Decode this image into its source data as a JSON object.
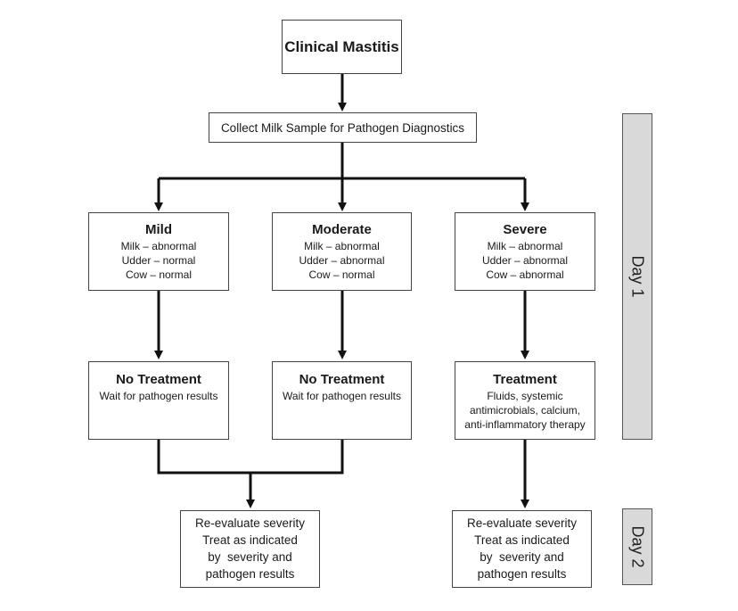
{
  "diagram": {
    "start": "Clinical Mastitis",
    "sample": "Collect Milk Sample for Pathogen Diagnostics",
    "severity": [
      {
        "title": "Mild",
        "lines": [
          "Milk – abnormal",
          "Udder – normal",
          "Cow – normal"
        ]
      },
      {
        "title": "Moderate",
        "lines": [
          "Milk – abnormal",
          "Udder – abnormal",
          "Cow – normal"
        ]
      },
      {
        "title": "Severe",
        "lines": [
          "Milk – abnormal",
          "Udder – abnormal",
          "Cow – abnormal"
        ]
      }
    ],
    "treatment": [
      {
        "title": "No Treatment",
        "lines": [
          "Wait for pathogen results"
        ]
      },
      {
        "title": "No Treatment",
        "lines": [
          "Wait for pathogen results"
        ]
      },
      {
        "title": "Treatment",
        "lines": [
          "Fluids, systemic",
          "antimicrobials, calcium,",
          "anti-inflammatory therapy"
        ]
      }
    ],
    "reevaluate": [
      {
        "lines": [
          "Re-evaluate severity",
          "Treat as indicated",
          "by  severity and",
          "pathogen results"
        ]
      },
      {
        "lines": [
          "Re-evaluate severity",
          "Treat as indicated",
          "by  severity and",
          "pathogen results"
        ]
      }
    ],
    "days": [
      "Day 1",
      "Day 2"
    ]
  }
}
